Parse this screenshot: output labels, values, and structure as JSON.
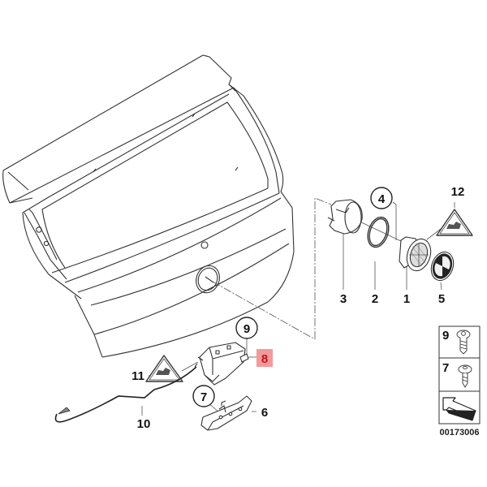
{
  "diagram": {
    "title": "Tailgate / Trunk lid lock and emblem parts diagram",
    "highlight_color": "#f29a9a",
    "highlight_text_color": "#c0141c",
    "callouts": {
      "p1": "1",
      "p2": "2",
      "p3": "3",
      "p4": "4",
      "p5": "5",
      "p6": "6",
      "p7": "7",
      "p8": "8",
      "p9": "9",
      "p10": "10",
      "p11": "11",
      "p12": "12"
    },
    "highlighted_part": "8",
    "legend": {
      "items": [
        {
          "label": "9",
          "icon": "torx-screw-icon"
        },
        {
          "label": "7",
          "icon": "oval-head-screw-icon"
        },
        {
          "label": "",
          "icon": "arrow-icon"
        }
      ]
    },
    "diagram_number": "00173006"
  }
}
